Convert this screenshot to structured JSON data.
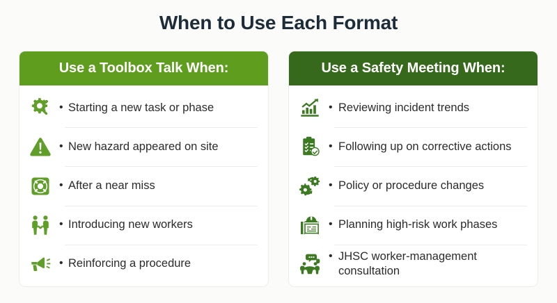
{
  "title": "When to Use Each Format",
  "colors": {
    "background": "#fbfbfa",
    "title_text": "#1d2c39",
    "card_background": "#ffffff",
    "left_header_green": "#5f9d1f",
    "right_header_green": "#36691c",
    "left_icon_green": "#5f9e28",
    "right_icon_green": "#3c7a22",
    "divider_gray": "#ededed",
    "body_text": "#2b2b2b"
  },
  "cards": [
    {
      "header": "Use a Toolbox Talk When:",
      "items": [
        {
          "icon": "gear-wrench-icon",
          "text": "Starting a new task or phase"
        },
        {
          "icon": "warning-triangle-icon",
          "text": "New hazard appeared on site"
        },
        {
          "icon": "life-ring-icon",
          "text": "After a near miss"
        },
        {
          "icon": "handshake-people-icon",
          "text": "Introducing new workers"
        },
        {
          "icon": "megaphone-icon",
          "text": "Reinforcing a procedure"
        }
      ]
    },
    {
      "header": "Use a Safety Meeting When:",
      "items": [
        {
          "icon": "bar-chart-trend-icon",
          "text": "Reviewing incident trends"
        },
        {
          "icon": "clipboard-check-icon",
          "text": "Following up on corrective actions"
        },
        {
          "icon": "gears-cycle-icon",
          "text": "Policy or procedure changes"
        },
        {
          "icon": "hardhat-blueprint-icon",
          "text": "Planning high-risk work phases"
        },
        {
          "icon": "meeting-table-icon",
          "text": "JHSC worker-management consultation"
        }
      ]
    }
  ]
}
